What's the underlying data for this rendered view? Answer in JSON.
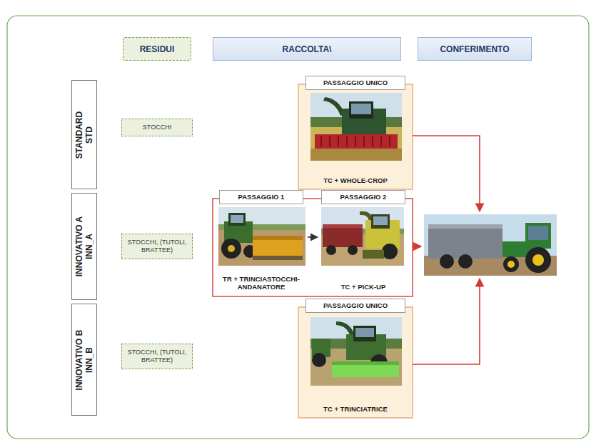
{
  "diagram": {
    "nodes": [
      {
        "text": [
          "RESIDUI"
        ]
      },
      {
        "text": [
          "RACCOLTA\\"
        ]
      },
      {
        "text": [
          "CONFERIMENTO"
        ]
      },
      {
        "text": [
          "STANDARD STD"
        ]
      },
      {
        "text": [
          "STOCCHI"
        ]
      },
      {
        "text": [
          "PASSAGGIO UNICO",
          "TC + WHOLE-CROP"
        ]
      },
      {
        "text": [
          "INNOVATIVO A INN_A"
        ]
      },
      {
        "text": [
          "STOCCHI, (TUTOLI, BRATTEE)"
        ]
      },
      {
        "text": [
          "PASSAGGIO 1",
          "TR + TRINCIASTOCCHI-ANDANATORE"
        ]
      },
      {
        "text": [
          "PASSAGGIO 2",
          "TC + PICK-UP"
        ]
      },
      {
        "text": [
          "INNOVATIVO B INN_B"
        ]
      },
      {
        "text": [
          "STOCCHI, (TUTOLI, BRATTEE)"
        ]
      },
      {
        "text": [
          "PASSAGGIO UNICO",
          "TC + TRINCIATRICE"
        ]
      }
    ],
    "edges": [
      {
        "from": 8,
        "to": 9,
        "arrow": "to"
      }
    ]
  }
}
